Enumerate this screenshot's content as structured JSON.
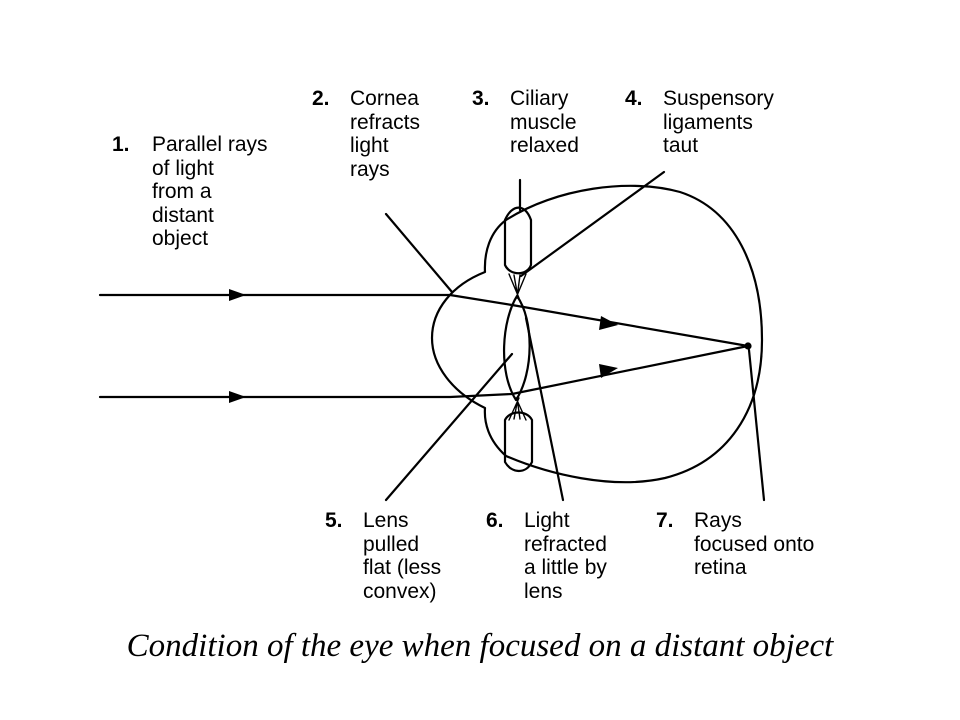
{
  "labels": [
    {
      "number": "1.",
      "lines": [
        "Parallel rays",
        "of light",
        "from a",
        "distant",
        "object"
      ]
    },
    {
      "number": "2.",
      "lines": [
        "Cornea",
        "refracts",
        "light",
        "rays"
      ]
    },
    {
      "number": "3.",
      "lines": [
        "Ciliary",
        "muscle",
        "relaxed"
      ]
    },
    {
      "number": "4.",
      "lines": [
        "Suspensory",
        "ligaments",
        "taut"
      ]
    },
    {
      "number": "5.",
      "lines": [
        "Lens",
        "pulled",
        "flat (less",
        "convex)"
      ]
    },
    {
      "number": "6.",
      "lines": [
        "Light",
        "refracted",
        "a little by",
        "lens"
      ]
    },
    {
      "number": "7.",
      "lines": [
        "Rays",
        "focused onto",
        "retina"
      ]
    }
  ],
  "caption": "Condition of the eye when focused on a distant object"
}
